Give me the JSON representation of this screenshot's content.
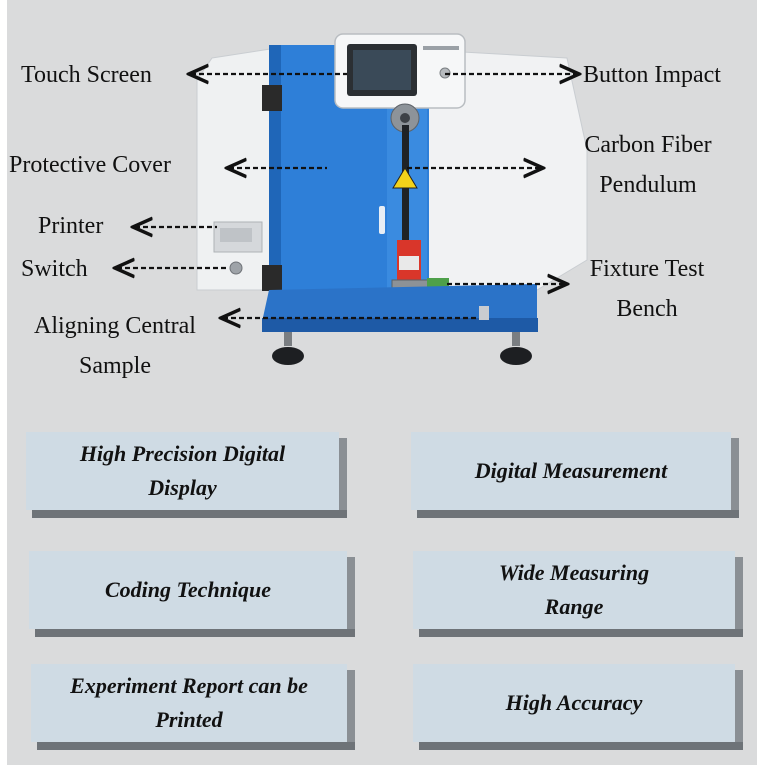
{
  "labels": {
    "touch_screen": "Touch Screen",
    "button_impact": "Button Impact",
    "protective_cover": "Protective Cover",
    "carbon_fiber_1": "Carbon Fiber",
    "carbon_fiber_2": "Pendulum",
    "printer": "Printer",
    "switch": "Switch",
    "fixture_1": "Fixture Test",
    "fixture_2": "Bench",
    "aligning_1": "Aligning Central",
    "aligning_2": "Sample"
  },
  "features": [
    "High Precision Digital Display",
    "Digital Measurement",
    "Coding Technique",
    "Wide Measuring Range",
    "Experiment Report can be Printed",
    "High Accuracy"
  ],
  "colors": {
    "background": "#dadbdc",
    "machine_blue": "#2f7fd6",
    "cover": "#eceef0",
    "feature_face": "#cfdbe4"
  }
}
